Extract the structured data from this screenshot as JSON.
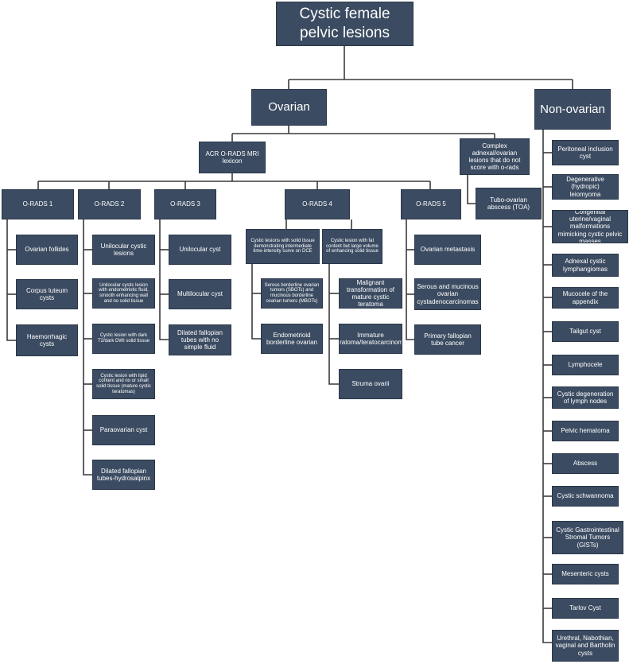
{
  "title": "Cystic female pelvic lesions",
  "ovarian": {
    "label": "Ovarian",
    "lexicon": "ACR O-RADS MRI lexicon",
    "complex": "Complex adnexal/ovarian lesions that do not score with o-rads",
    "toa": "Tubo-ovarian abscess (TOA)",
    "orads1": {
      "label": "O-RADS 1",
      "items": [
        "Ovarian follides",
        "Corpus luteum cysts",
        "Haemorrhagic cysts"
      ]
    },
    "orads2": {
      "label": "O-RADS 2",
      "items": [
        "Unilocular cystic lesions",
        "Unilocular cystic lesion with endometriotic fluid, smooth enhancing wall and no solid tissue",
        "Cystic lesion with dark T2/dark DWI solid tissue",
        "Cystic lesion with lipid content and no or small solid tissue (mature cystic teratomas)",
        "Paraovarian cyst",
        "Dilated fallopian tubes-hydrosalpinx"
      ]
    },
    "orads3": {
      "label": "O-RADS 3",
      "items": [
        "Unilocular cyst",
        "Multilocular cyst",
        "Dilated fallopian tubes with no simple fluid"
      ]
    },
    "orads4": {
      "label": "O-RADS 4",
      "solid": {
        "label": "Cystic lesions with solid tissue demonstrating intermediate time-intensity curve on DCE",
        "items": [
          "Serous borderline ovarian tumors (SBOTs) and mucinous borderline ovarian tumors (MBOTs)",
          "Endometrioid borderline ovarian"
        ]
      },
      "fat": {
        "label": "Cystic lesion with fat content but large volume of enhancing solid tissue",
        "items": [
          "Malignant transformation of mature cystic teratoma",
          "Immature teratoma/teratocarcinoma",
          "Struma ovarii"
        ]
      }
    },
    "orads5": {
      "label": "O-RADS 5",
      "items": [
        "Ovarian metastasis",
        "Serous and mucinous ovarian cystadenocarcinomas",
        "Primary fallopian tube cancer"
      ]
    }
  },
  "nonovarian": {
    "label": "Non-ovarian",
    "items": [
      "Peritoneal inclusion cyst",
      "Degenerative (hydropic) leiomyoma",
      "Congenital uterine/vaginal malformations mimicking cystic pelvic masses",
      "Adnexal cystic lymphangiomas",
      "Mucocele of the appendix",
      "Tailgut cyst",
      "Lymphocele",
      "Cystic degeneration of lymph nodes",
      "Pelvic hematoma",
      "Abscess",
      "Cystic schwannoma",
      "Cystic Gastrointestinal Stromal Tumors (GISTs)",
      "Mesenteric cysts",
      "Tarlov Cyst",
      "Urethral, Nabothian, vaginal and Bartholin cysts"
    ]
  },
  "colors": {
    "box": "#3b4b61",
    "line": "#3a3a3a",
    "text": "#ffffff"
  }
}
